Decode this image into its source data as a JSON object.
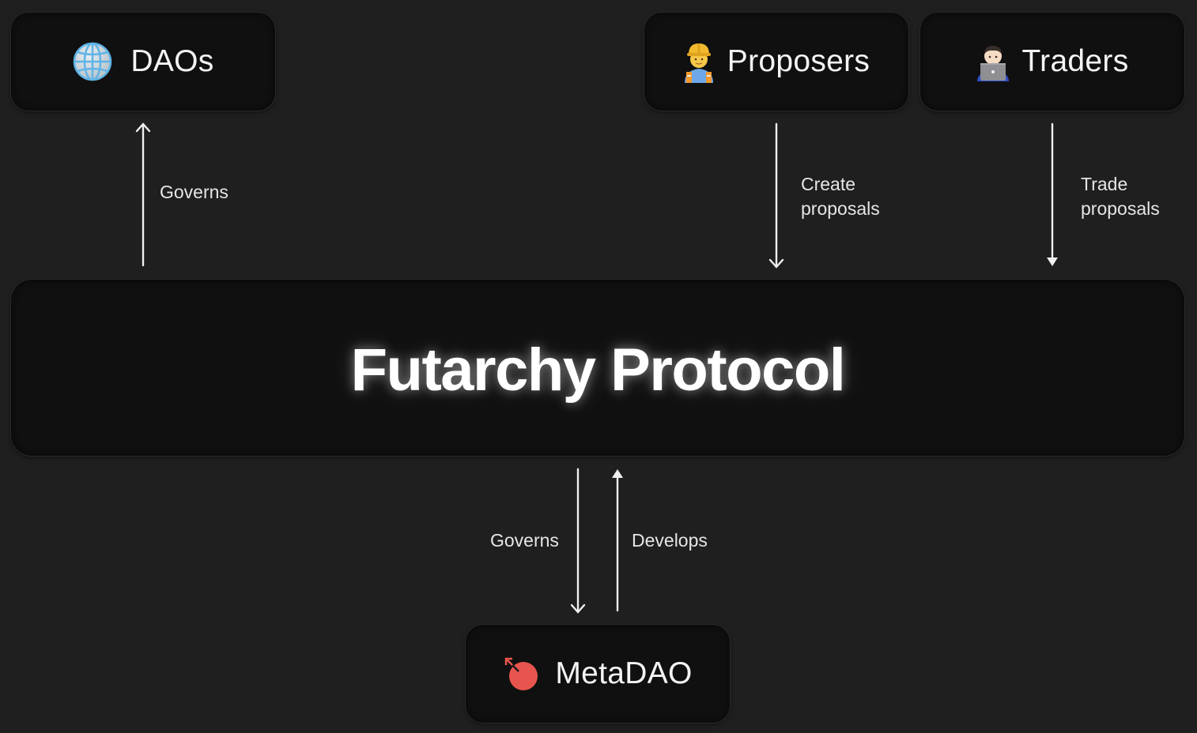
{
  "diagram": {
    "nodes": {
      "daos": {
        "label": "DAOs",
        "icon": "globe-icon"
      },
      "proposers": {
        "label": "Proposers",
        "icon": "construction-worker-icon"
      },
      "traders": {
        "label": "Traders",
        "icon": "technologist-laptop-icon"
      },
      "protocol": {
        "label": "Futarchy Protocol"
      },
      "metadao": {
        "label": "MetaDAO",
        "icon": "metadao-logo-icon",
        "icon_color": "#e8554e"
      }
    },
    "edges": [
      {
        "from": "protocol",
        "to": "daos",
        "label": "Governs",
        "direction": "up"
      },
      {
        "from": "proposers",
        "to": "protocol",
        "label_line1": "Create",
        "label_line2": "proposals",
        "direction": "down"
      },
      {
        "from": "traders",
        "to": "protocol",
        "label_line1": "Trade",
        "label_line2": "proposals",
        "direction": "down"
      },
      {
        "from": "protocol",
        "to": "metadao",
        "label": "Governs",
        "direction": "down"
      },
      {
        "from": "metadao",
        "to": "protocol",
        "label": "Develops",
        "direction": "up"
      }
    ]
  },
  "colors": {
    "background": "#1f1f1f",
    "node_fill": "#101010",
    "text": "#f4f4f4",
    "arrow": "#f0f0f0",
    "metadao_accent": "#e8554e"
  }
}
